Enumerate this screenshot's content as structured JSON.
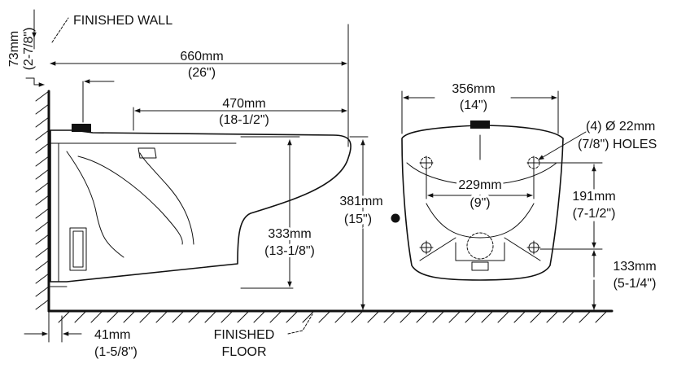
{
  "colors": {
    "ink": "#111111",
    "paper": "#ffffff"
  },
  "labels": {
    "finished_wall": "FINISHED WALL",
    "finished_floor_1": "FINISHED",
    "finished_floor_2": "FLOOR",
    "wall_offset_mm": "73mm",
    "wall_offset_in": "(2-7/8\")",
    "overall_depth_mm": "660mm",
    "overall_depth_in": "(26\")",
    "inlet_depth_mm": "470mm",
    "inlet_depth_in": "(18-1/2\")",
    "rim_height_mm": "333mm",
    "rim_height_in": "(13-1/8\")",
    "total_height_mm": "381mm",
    "total_height_in": "(15\")",
    "bottom_offset_mm": "41mm",
    "bottom_offset_in": "(1-5/8\")",
    "bowl_width_mm": "356mm",
    "bowl_width_in": "(14\")",
    "holes_qty_dia": "(4) Ø 22mm",
    "holes_size": "(7/8\") HOLES",
    "hole_spacing_mm": "229mm",
    "hole_spacing_in": "(9\")",
    "upper_hole_height_mm": "191mm",
    "upper_hole_height_in": "(7-1/2\")",
    "lower_hole_height_mm": "133mm",
    "lower_hole_height_in": "(5-1/4\")"
  }
}
